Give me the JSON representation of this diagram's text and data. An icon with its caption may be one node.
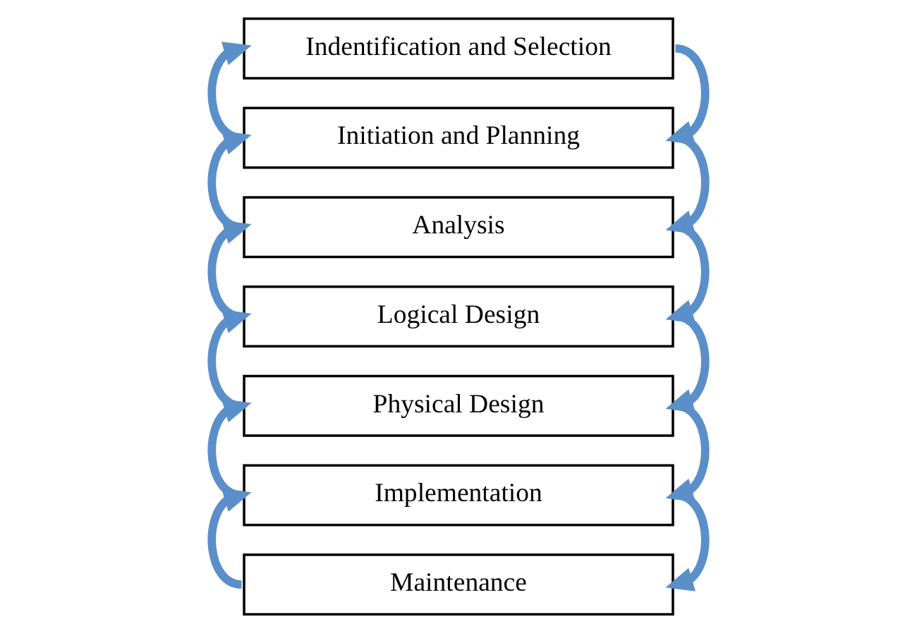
{
  "diagram": {
    "nodes": [
      {
        "text": [
          "Indentification and Selection"
        ]
      },
      {
        "text": [
          "Initiation and Planning"
        ]
      },
      {
        "text": [
          "Analysis"
        ]
      },
      {
        "text": [
          "Logical Design"
        ]
      },
      {
        "text": [
          "Physical Design"
        ]
      },
      {
        "text": [
          "Implementation"
        ]
      },
      {
        "text": [
          "Maintenance"
        ]
      }
    ],
    "edges": [
      {
        "from": 0,
        "to": 1,
        "arrow": "to"
      },
      {
        "from": 1,
        "to": 2,
        "arrow": "to"
      },
      {
        "from": 2,
        "to": 3,
        "arrow": "to"
      },
      {
        "from": 3,
        "to": 4,
        "arrow": "to"
      },
      {
        "from": 4,
        "to": 5,
        "arrow": "to"
      },
      {
        "from": 5,
        "to": 6,
        "arrow": "to"
      },
      {
        "from": 1,
        "to": 0,
        "arrow": "to"
      },
      {
        "from": 2,
        "to": 1,
        "arrow": "to"
      },
      {
        "from": 3,
        "to": 2,
        "arrow": "to"
      },
      {
        "from": 4,
        "to": 3,
        "arrow": "to"
      },
      {
        "from": 5,
        "to": 4,
        "arrow": "to"
      },
      {
        "from": 6,
        "to": 5,
        "arrow": "to"
      }
    ]
  }
}
